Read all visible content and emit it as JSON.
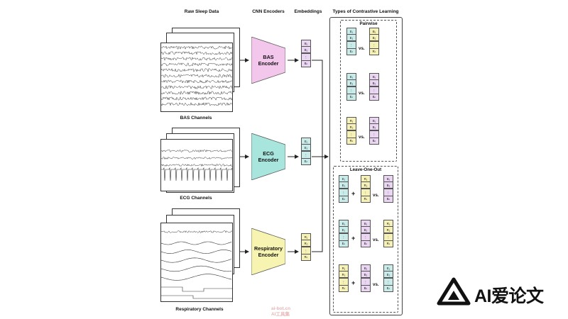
{
  "headers": {
    "raw": "Raw Sleep Data",
    "cnn": "CNN Encoders",
    "embeddings": "Embeddings",
    "types": "Types of Contrastive Learning"
  },
  "captions": {
    "bas": "BAS Channels",
    "ecg": "ECG Channels",
    "resp": "Respiratory Channels"
  },
  "encoders": {
    "bas": "BAS\nEncoder",
    "ecg": "ECG\nEncoder",
    "resp": "Respiratory\nEncoder"
  },
  "embedding_columns": {
    "bas": [
      "B₁",
      "B₂",
      "⋮",
      "Bₙ"
    ],
    "ecg": [
      "E₁",
      "E₂",
      "⋮",
      "Eₙ"
    ],
    "resp": [
      "R₁",
      "R₂",
      "⋮",
      "Rₙ"
    ]
  },
  "groups": {
    "pairwise": "Pairwise",
    "leave_one_out": "Leave-One-Out"
  },
  "operators": {
    "vs": "vs.",
    "plus": "+"
  },
  "colors": {
    "bas": "#ead6f2",
    "ecg": "#c9ecea",
    "resp": "#f6f1b6",
    "encoder_bas": "#f3c6ec",
    "encoder_ecg": "#a8e6dd",
    "encoder_resp": "#f7f3b0"
  },
  "watermarks": {
    "small_line1": "ai-bot.cn",
    "small_line2": "AI工具集",
    "brand": "AI爱论文"
  }
}
